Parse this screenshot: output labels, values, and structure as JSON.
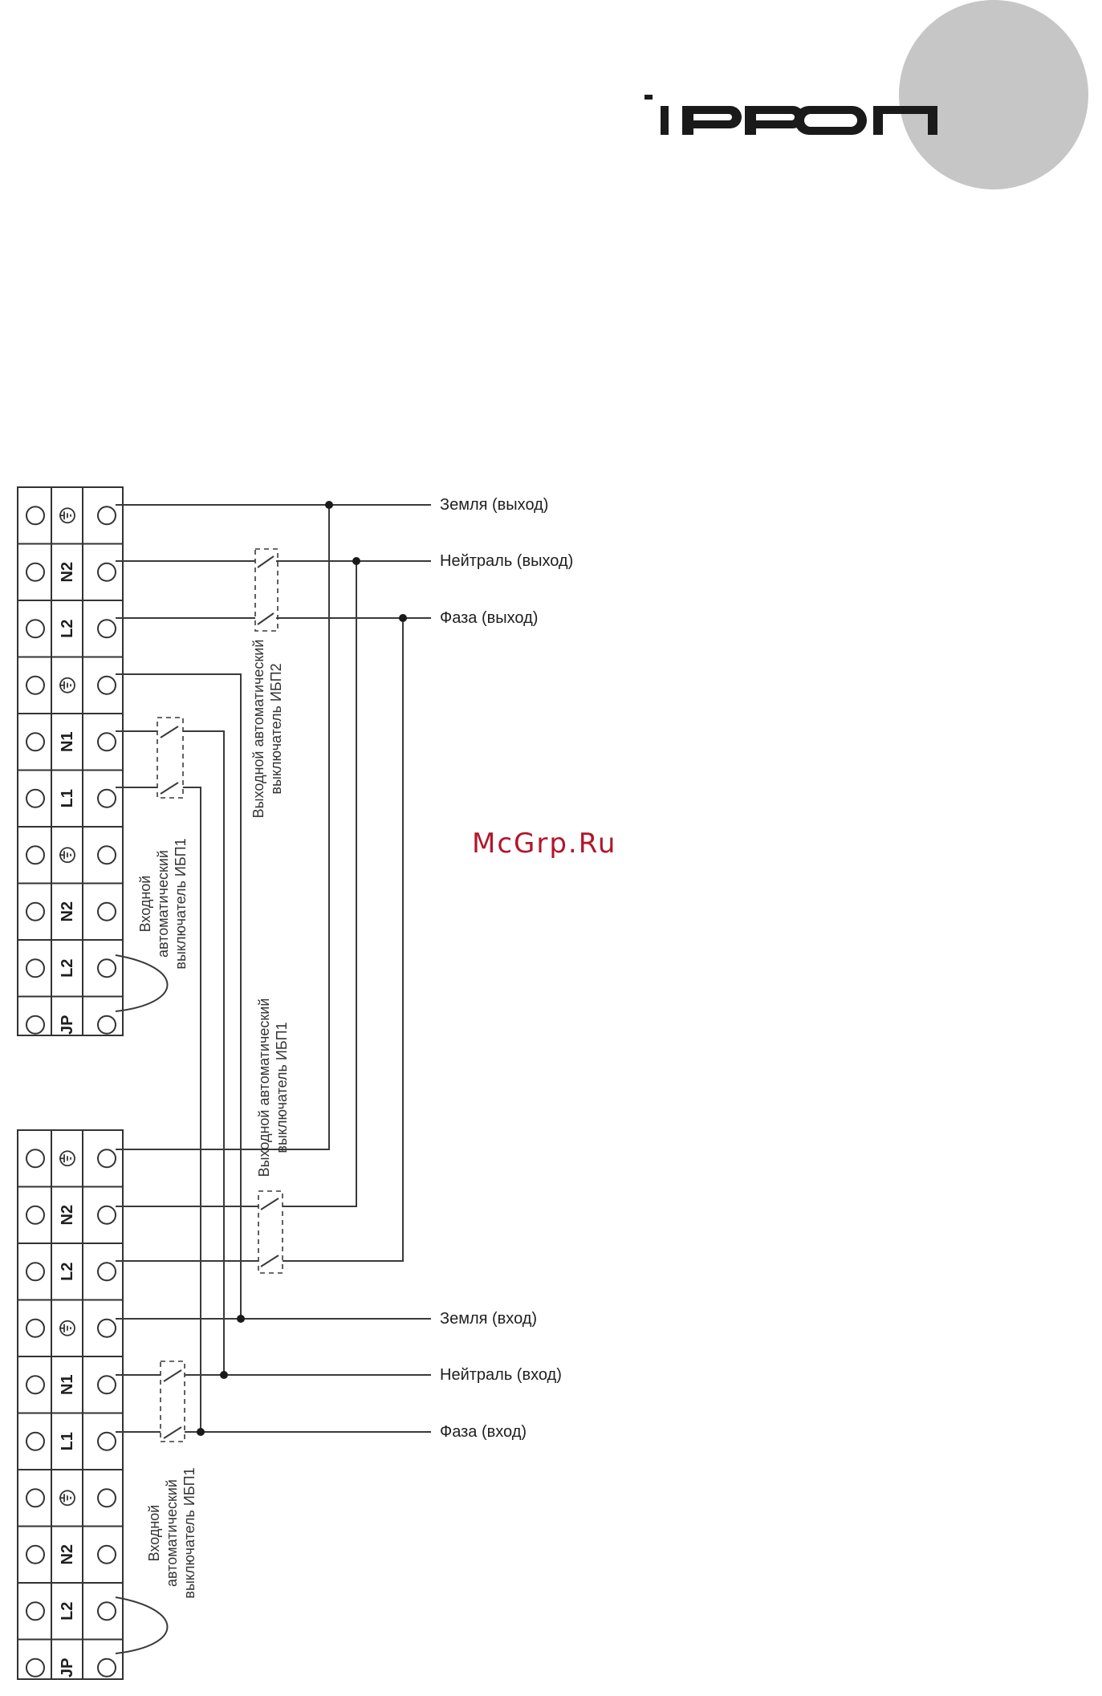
{
  "brand": {
    "logo_text": "ippon",
    "circle_color": "#c6c6c6",
    "logo_color": "#1a1a1a"
  },
  "watermark": "McGrp.Ru",
  "terminal_labels": [
    "⏚",
    "N2",
    "L2",
    "⏚",
    "N1",
    "L1",
    "⏚",
    "N2",
    "L2",
    "JP"
  ],
  "bus_labels": {
    "earth_out": "Земля (выход)",
    "neutral_out": "Нейтраль (выход)",
    "phase_out": "Фаза (выход)",
    "earth_in": "Земля (вход)",
    "neutral_in": "Нейтраль (вход)",
    "phase_in": "Фаза (вход)"
  },
  "breakers": {
    "output_ups2": [
      "Выходной автоматический",
      "выключатель ИБП2"
    ],
    "input_ups1_top": [
      "Входной",
      "автоматический",
      "выключатель ИБП1"
    ],
    "output_ups1": [
      "Выходной автоматический",
      "выключатель ИБП1"
    ],
    "input_ups1_bottom": [
      "Входной",
      "автоматический",
      "выключатель ИБП1"
    ]
  }
}
